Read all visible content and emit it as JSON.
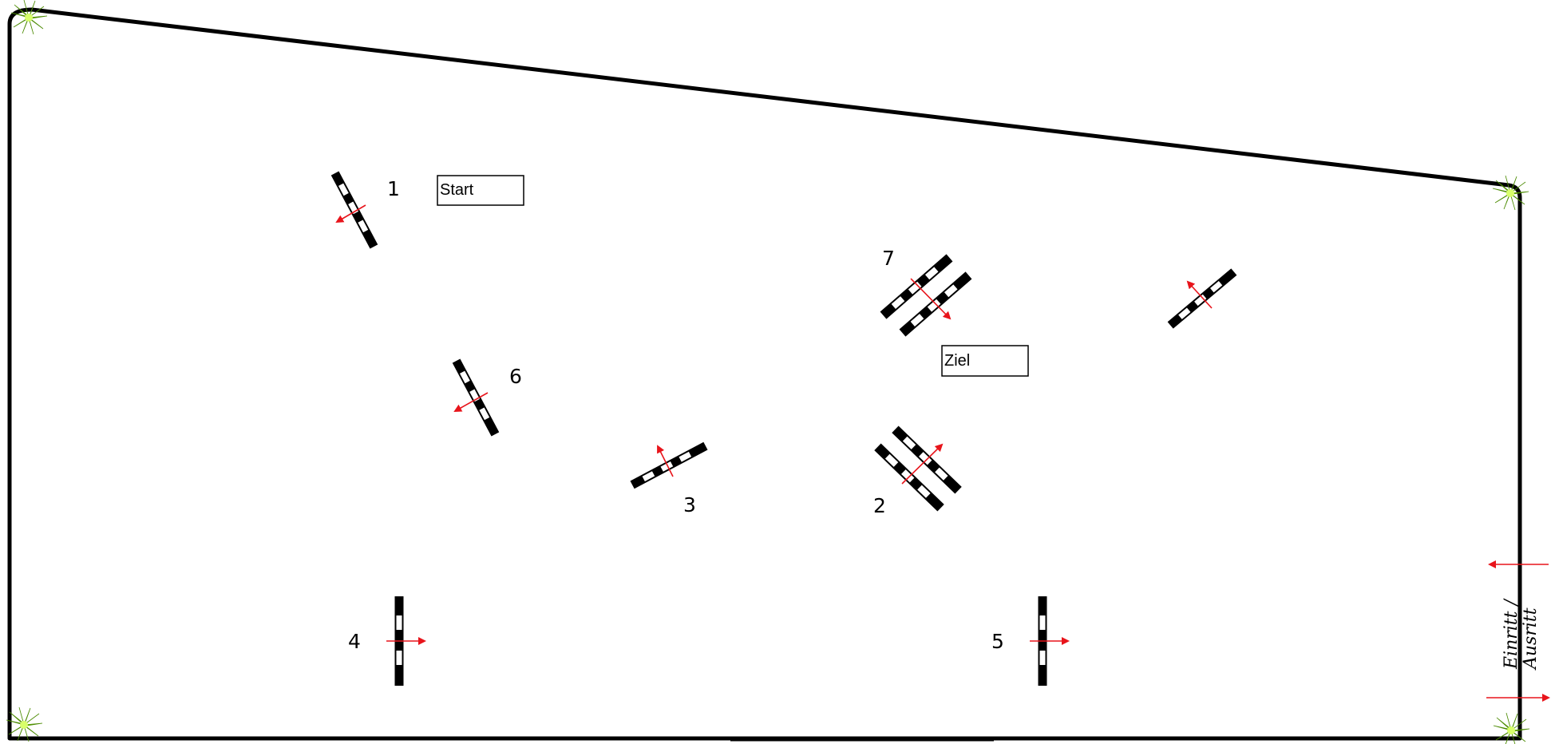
{
  "labels": {
    "start": "Start",
    "finish": "Ziel",
    "gate_line1": "Einritt /",
    "gate_line2": "Ausritt"
  },
  "obstacles": [
    {
      "number": "1",
      "type": "single"
    },
    {
      "number": "2",
      "type": "oxer"
    },
    {
      "number": "3",
      "type": "single"
    },
    {
      "number": "4",
      "type": "single"
    },
    {
      "number": "5",
      "type": "single"
    },
    {
      "number": "6",
      "type": "single"
    },
    {
      "number": "7",
      "type": "oxer"
    },
    {
      "number": "",
      "type": "single"
    }
  ],
  "colors": {
    "arena_line": "#000000",
    "arrow": "#e8141b",
    "pole_dark": "#000000",
    "pole_light": "#ffffff",
    "plant": "#8fd400"
  },
  "icons": [
    "plant-icon",
    "direction-arrow-icon",
    "jump-pole-icon"
  ]
}
